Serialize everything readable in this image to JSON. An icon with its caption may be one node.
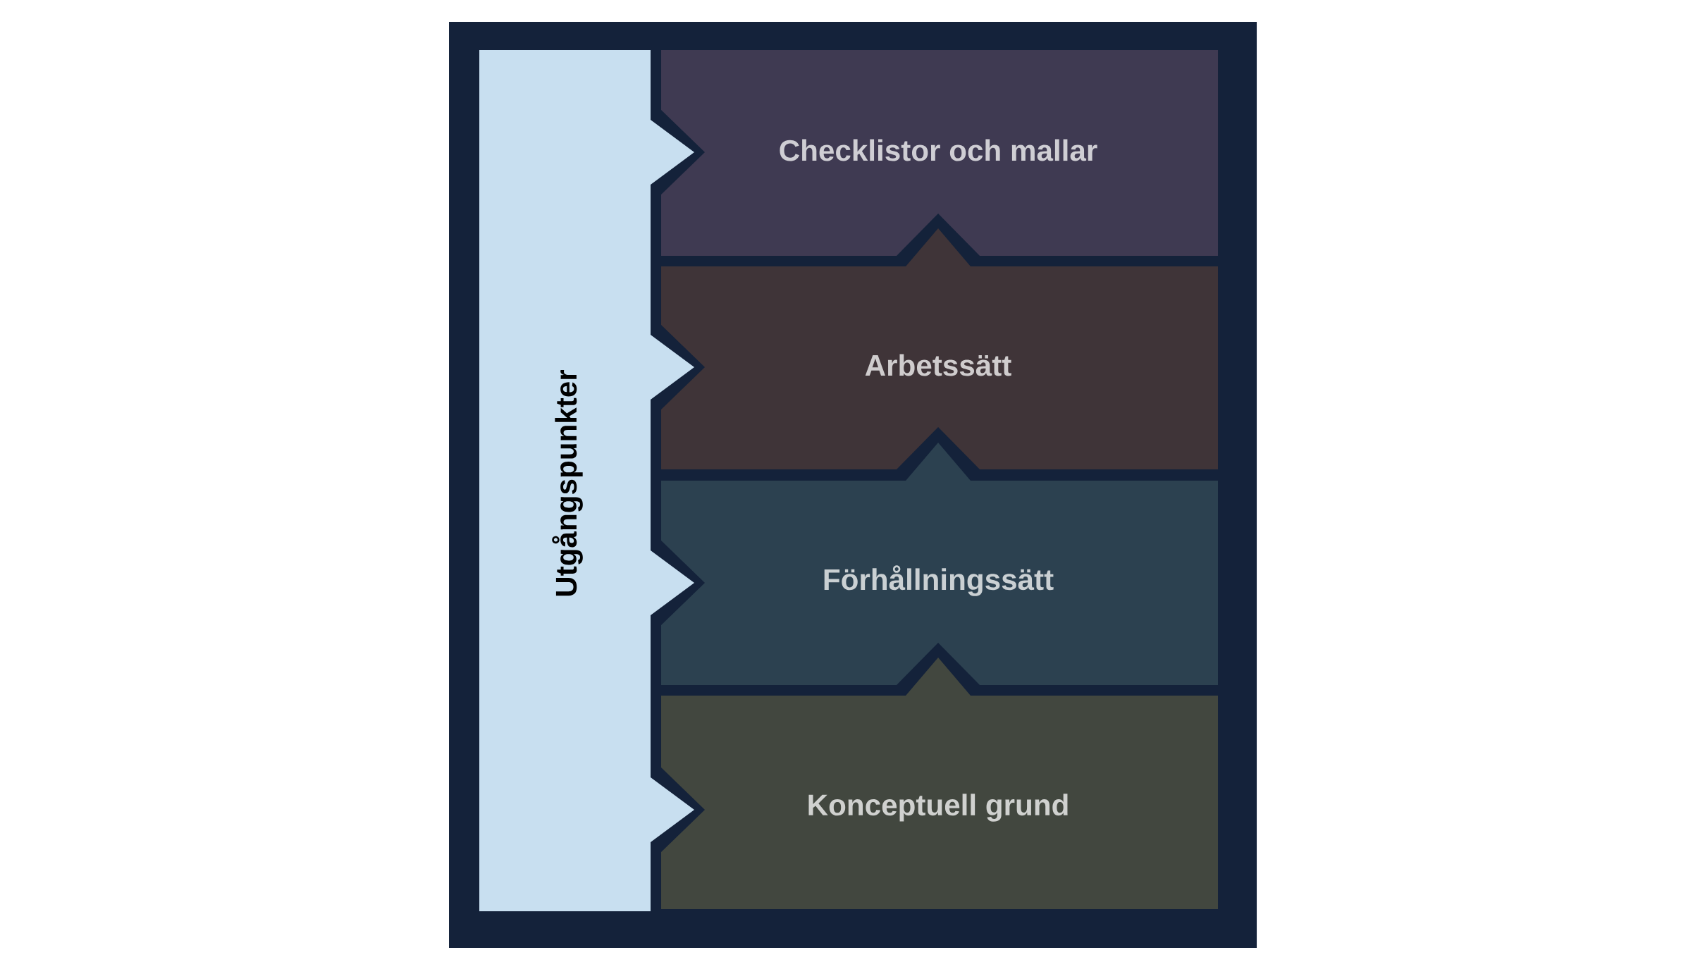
{
  "diagram": {
    "nodes": [
      {
        "text": [
          "Utgångspunkter"
        ]
      },
      {
        "text": [
          "Checklistor och mallar"
        ]
      },
      {
        "text": [
          "Arbetssätt"
        ]
      },
      {
        "text": [
          "Förhållningssätt"
        ]
      },
      {
        "text": [
          "Konceptuell grund"
        ]
      }
    ]
  }
}
